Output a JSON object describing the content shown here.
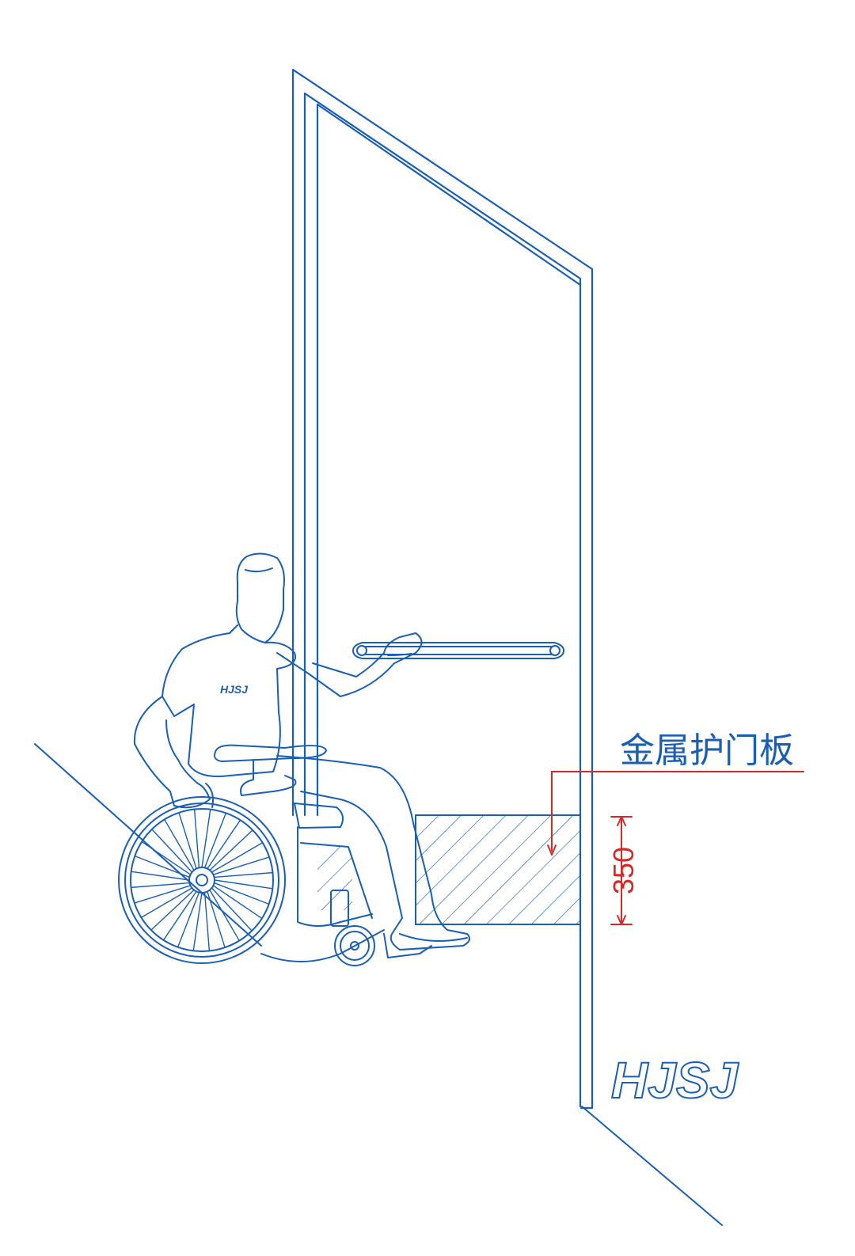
{
  "annotation": {
    "label": "金属护门板",
    "dimension": "350"
  },
  "logos": {
    "shirt": "HJSJ",
    "brand": "HJSJ"
  },
  "colors": {
    "line": "#1a5fb4",
    "annotation": "#d42a2a",
    "hatch": "#1a5fb4",
    "background": "#ffffff"
  }
}
